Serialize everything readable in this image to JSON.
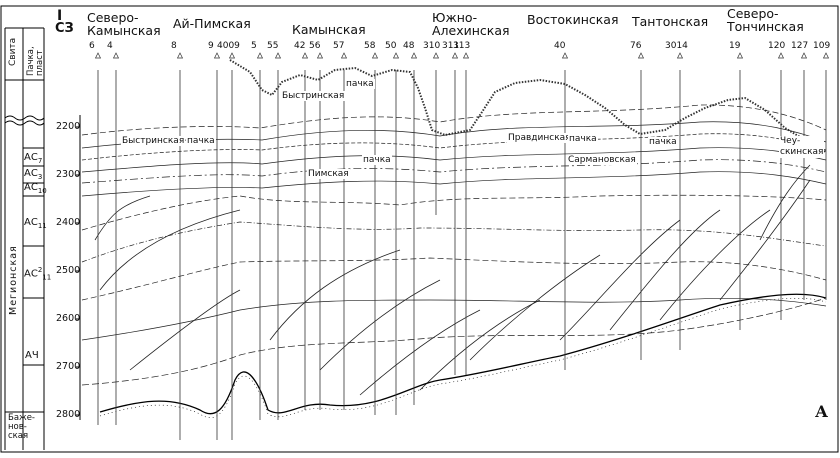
{
  "header": {
    "roman": "I",
    "direction": "СЗ"
  },
  "column_headers": {
    "svita": "Свита",
    "pachka": "Пачка, пласт"
  },
  "areas": [
    {
      "name": "Северо-\nКамынская"
    },
    {
      "name": "Ай-Пимская"
    },
    {
      "name": "Камынская"
    },
    {
      "name": "Южно-\nАлехинская"
    },
    {
      "name": "Востокинская"
    },
    {
      "name": "Тантонская"
    },
    {
      "name": "Северо-\nТончинская"
    }
  ],
  "wells": [
    "6",
    "4",
    "8",
    "9",
    "4009",
    "5",
    "55",
    "42",
    "56",
    "57",
    "58",
    "50",
    "48",
    "310",
    "311",
    "313",
    "40",
    "76",
    "3014",
    "19",
    "120",
    "127",
    "109"
  ],
  "depths": [
    "2200",
    "2300",
    "2400",
    "2500",
    "2600",
    "2700",
    "2800"
  ],
  "layers": [
    {
      "label": "АС",
      "sub": "7"
    },
    {
      "label": "АС",
      "sub": "3"
    },
    {
      "label": "АС",
      "sub": "10"
    },
    {
      "label": "АС",
      "sub": "11"
    },
    {
      "label": "АС",
      "sup": "2",
      "sub": "11"
    },
    {
      "label": "АЧ"
    }
  ],
  "formations": {
    "megion": "Мегионская",
    "bazhen": "Баже-\nнов-\nская"
  },
  "section_labels": [
    {
      "text": "Быстринская"
    },
    {
      "text": "пачка"
    },
    {
      "text": "Быстринская"
    },
    {
      "text": "пачка"
    },
    {
      "text": "пачка"
    },
    {
      "text": "Пимская"
    },
    {
      "text": "Правдинская"
    },
    {
      "text": "пачка"
    },
    {
      "text": "Сармановская"
    },
    {
      "text": "пачка"
    },
    {
      "text": "Чеу-\nскинская"
    }
  ],
  "figure_letter": "А"
}
